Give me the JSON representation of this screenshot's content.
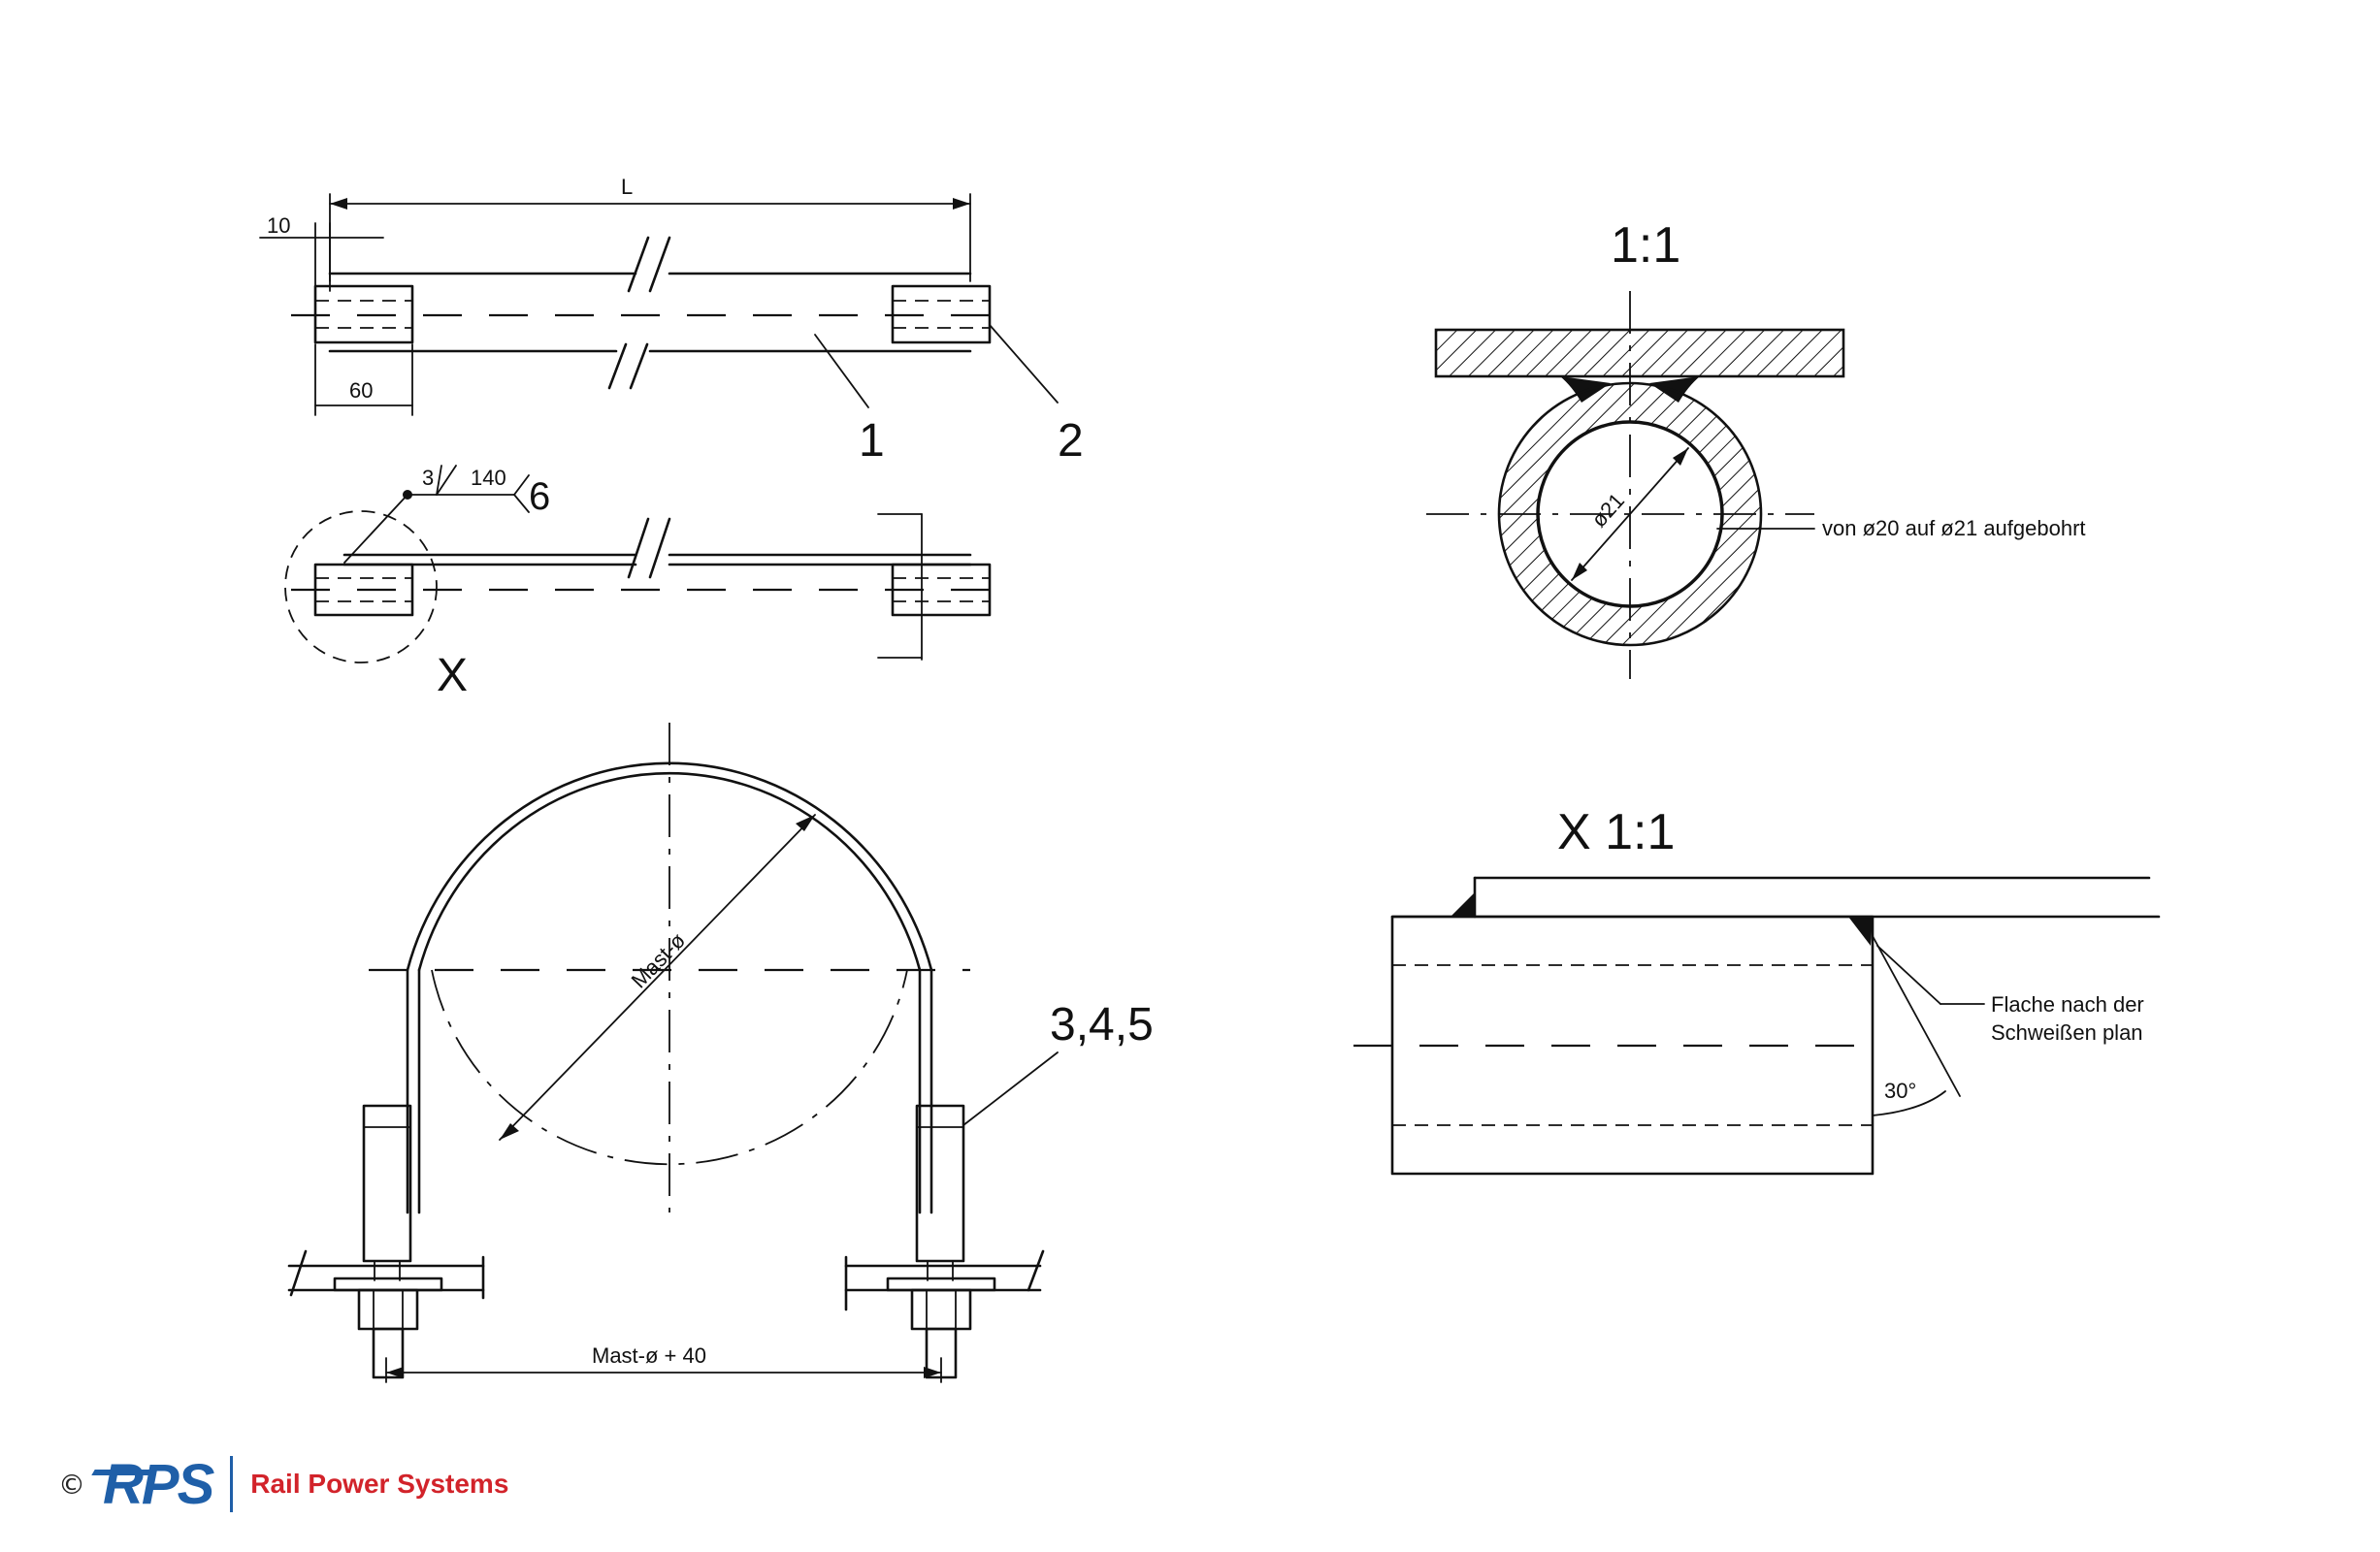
{
  "labels": {
    "L": "L",
    "dim10": "10",
    "dim60": "60",
    "part1": "1",
    "part2": "2",
    "weld_symbol": "3",
    "weld_len": "140",
    "weld_count": "6",
    "detail_x": "X",
    "parts_345": "3,4,5",
    "mast_diameter": "Mast-ø",
    "mast_plus": "Mast-ø + 40"
  },
  "section": {
    "scale_title": "1:1",
    "diameter_label": "ø21",
    "drill_note": "von ø20 auf ø21 aufgebohrt"
  },
  "detail": {
    "title": "X  1:1",
    "note_line1": "Flache nach der",
    "note_line2": "Schweißen plan",
    "angle": "30°"
  },
  "footer": {
    "copyright": "©",
    "logo_mark": "RPS",
    "logo_text": "Rail Power Systems"
  }
}
